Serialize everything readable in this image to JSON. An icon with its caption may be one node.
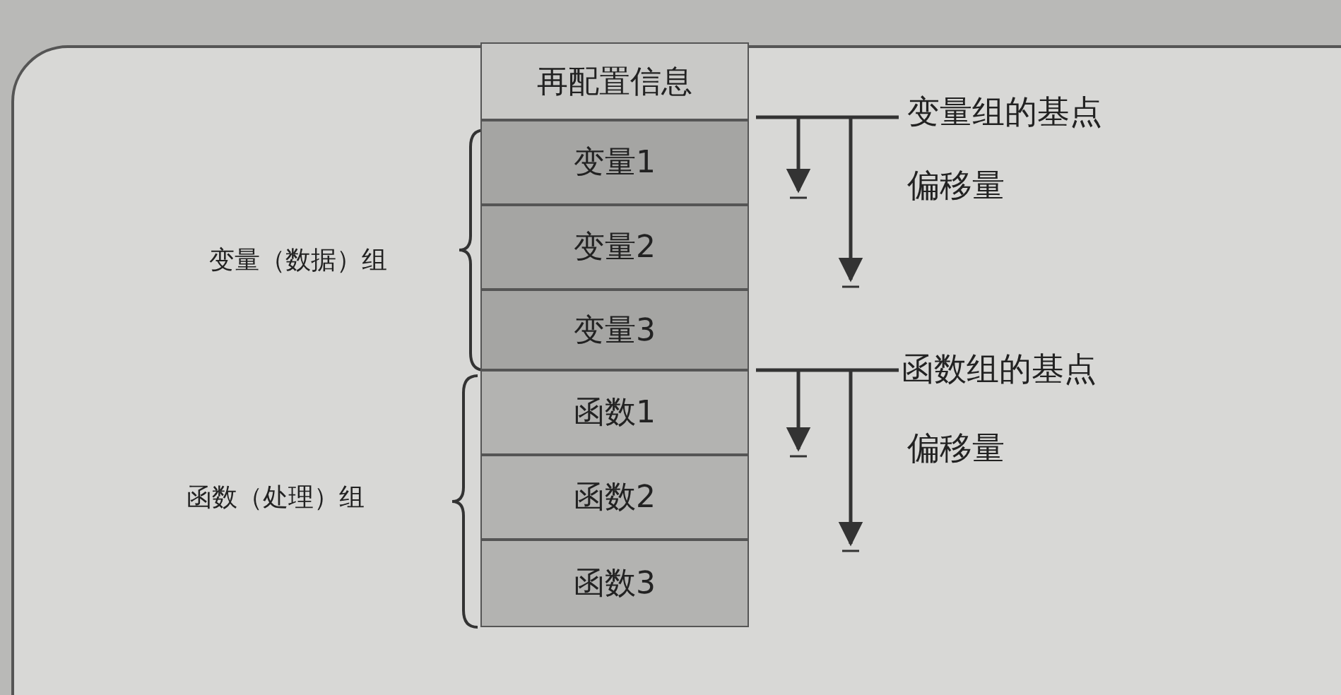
{
  "diagram": {
    "nodes": [
      {
        "text": [
          "再配置信息"
        ]
      },
      {
        "text": [
          "变量1"
        ]
      },
      {
        "text": [
          "变量2"
        ]
      },
      {
        "text": [
          "变量3"
        ]
      },
      {
        "text": [
          "函数1"
        ]
      },
      {
        "text": [
          "函数2"
        ]
      },
      {
        "text": [
          "函数3"
        ]
      }
    ],
    "labels": [
      "变量组的基点",
      "偏移量",
      "变量（数据）组",
      "函数组的基点",
      "偏移量",
      "函数（处理）组"
    ]
  }
}
